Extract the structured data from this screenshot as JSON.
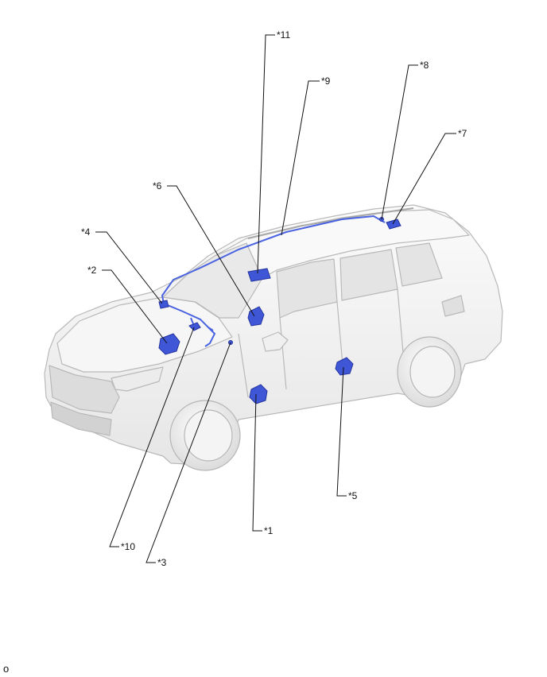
{
  "labels": {
    "c1": "*1",
    "c2": "*2",
    "c3": "*3",
    "c4": "*4",
    "c5": "*5",
    "c6": "*6",
    "c7": "*7",
    "c8": "*8",
    "c9": "*9",
    "c10": "*10",
    "c11": "*11"
  },
  "corner_text": "o",
  "colors": {
    "component": "#3f56d6",
    "component_dark": "#2535a0",
    "wire": "#4a63e0",
    "body": "#f2f2f2",
    "outline": "#b9b9b9",
    "leader": "#111111"
  }
}
